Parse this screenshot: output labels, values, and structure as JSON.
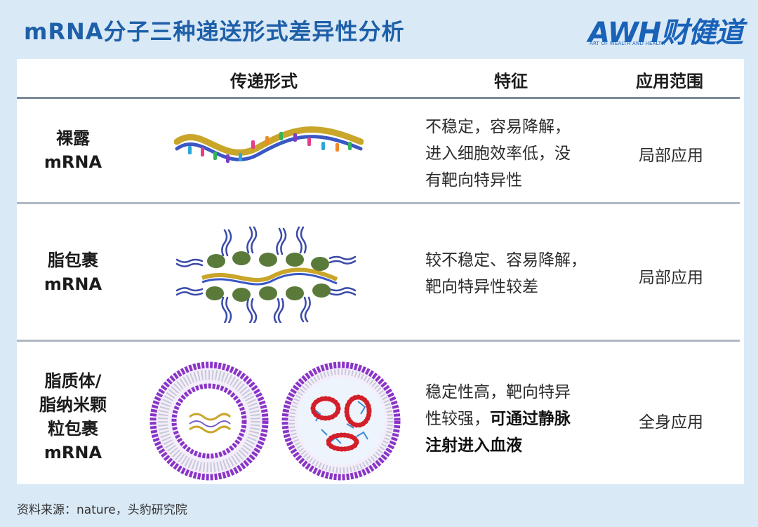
{
  "title": "mRNA分子三种递送形式差异性分析",
  "logo": {
    "brand": "AWH财健道",
    "tagline": "ART OF WEALTH AND HEALTH"
  },
  "table": {
    "headers": {
      "form": "传递形式",
      "feature": "特征",
      "scope": "应用范围"
    },
    "rows": [
      {
        "label_lines": [
          "裸露",
          "mRNA"
        ],
        "feature_lines": [
          "不稳定，容易降解，",
          "进入细胞效率低，没",
          "有靶向特异性"
        ],
        "scope": "局部应用"
      },
      {
        "label_lines": [
          "脂包裹",
          "mRNA"
        ],
        "feature_lines": [
          "较不稳定、容易降解，",
          "靶向特异性较差"
        ],
        "scope": "局部应用"
      },
      {
        "label_lines": [
          "脂质体/",
          "脂纳米颗",
          "粒包裹",
          "mRNA"
        ],
        "feature_lines": [
          "稳定性高，靶向特异",
          "性较强，"
        ],
        "feature_bold": [
          "可通过静脉",
          "注射进入血液"
        ],
        "scope": "全身应用"
      }
    ]
  },
  "footer": "资料来源：nature，头豹研究院",
  "colors": {
    "title": "#1d5fa8",
    "background": "#d9e9f6",
    "divider": "#7d8a96",
    "lipid": "#8a34c8",
    "lipid_head": "#5a7a3a"
  }
}
